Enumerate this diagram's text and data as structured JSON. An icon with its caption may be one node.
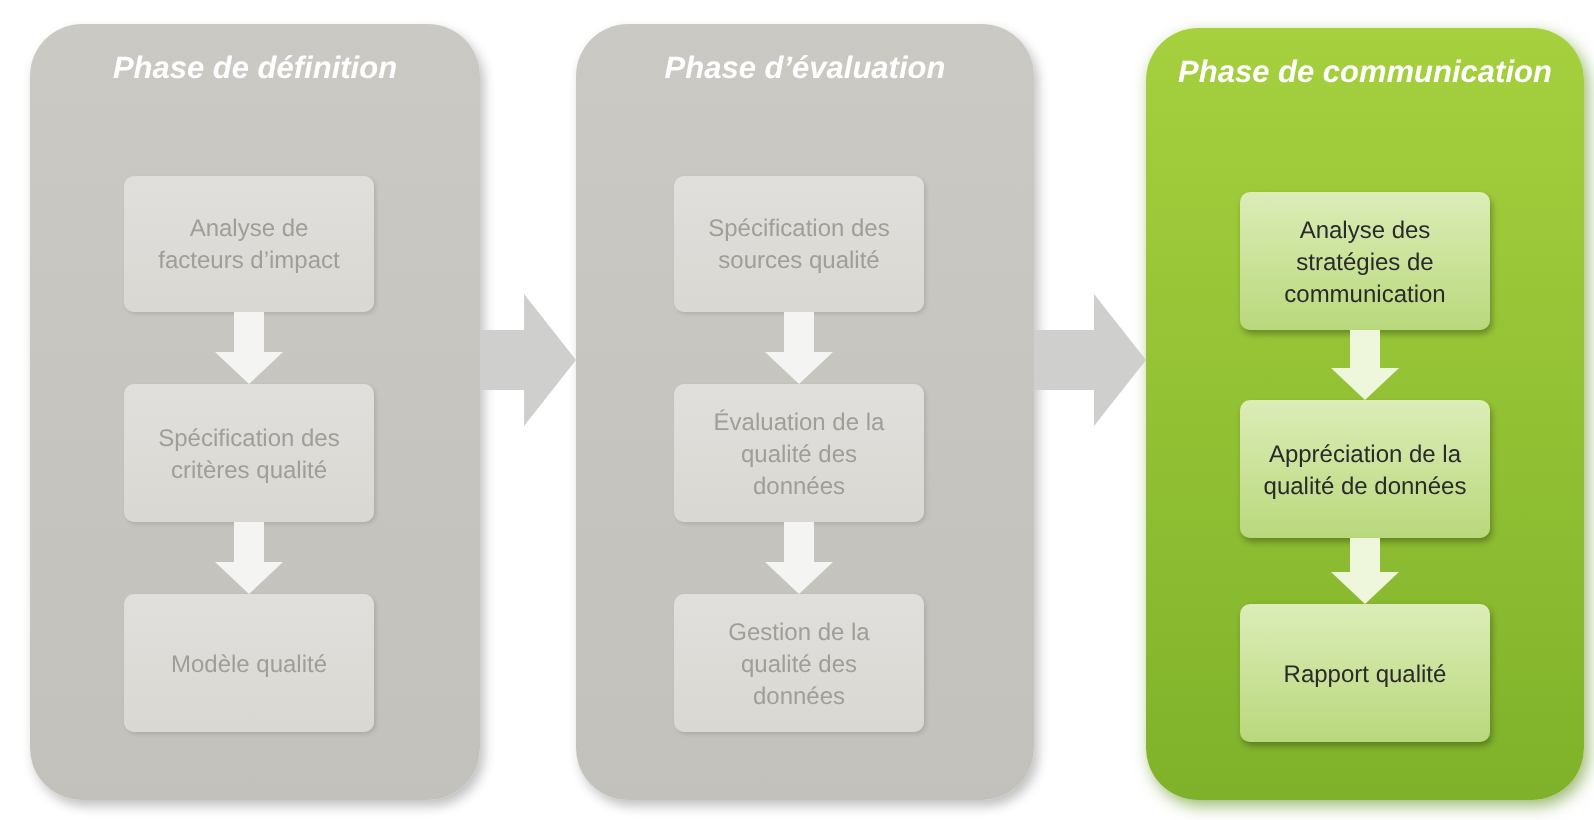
{
  "diagram": {
    "nodes": [
      {
        "text": [
          "Phase de définition"
        ]
      },
      {
        "text": [
          "Analyse de facteurs d’impact"
        ],
        "in": 0
      },
      {
        "text": [
          "Spécification des critères qualité"
        ],
        "in": 0
      },
      {
        "text": [
          "Modèle qualité"
        ],
        "in": 0
      },
      {
        "text": [
          "Phase d’évaluation"
        ]
      },
      {
        "text": [
          "Spécification des sources qualité"
        ],
        "in": 4
      },
      {
        "text": [
          "Évaluation de la qualité des données"
        ],
        "in": 4
      },
      {
        "text": [
          "Gestion de la qualité des données"
        ],
        "in": 4
      },
      {
        "text": [
          "Phase de communication"
        ]
      },
      {
        "text": [
          "Analyse des stratégies de communication"
        ],
        "in": 8
      },
      {
        "text": [
          "Appréciation de la qualité de données"
        ],
        "in": 8
      },
      {
        "text": [
          "Rapport qualité"
        ],
        "in": 8
      }
    ],
    "edges": [
      {
        "from": 1,
        "to": 2,
        "arrow": "to"
      },
      {
        "from": 2,
        "to": 3,
        "arrow": "to"
      },
      {
        "from": 0,
        "to": 4,
        "arrow": "to",
        "style": "thick",
        "color": "#cfcfcd"
      },
      {
        "from": 5,
        "to": 6,
        "arrow": "to"
      },
      {
        "from": 6,
        "to": 7,
        "arrow": "to"
      },
      {
        "from": 4,
        "to": 8,
        "arrow": "to",
        "style": "thick",
        "color": "#cfcfcd"
      },
      {
        "from": 9,
        "to": 10,
        "arrow": "to"
      },
      {
        "from": 10,
        "to": 11,
        "arrow": "to"
      }
    ]
  }
}
